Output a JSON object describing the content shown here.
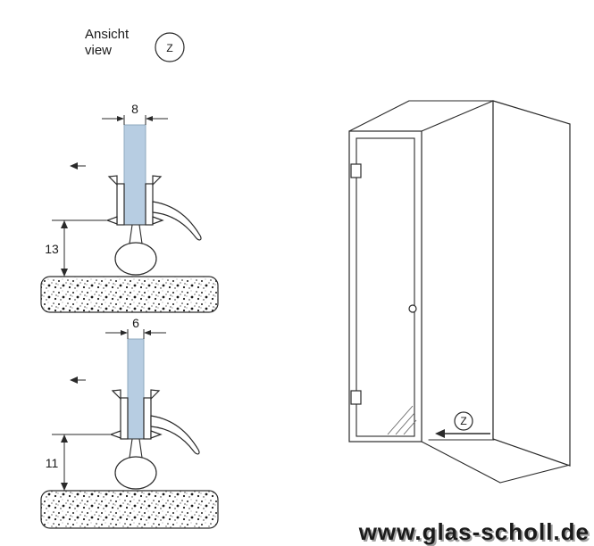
{
  "header": {
    "title_line1": "Ansicht",
    "title_line2": "view",
    "view_symbol": "Z"
  },
  "sections": {
    "top_profile": {
      "width_mm": "8",
      "height_mm": "13"
    },
    "bottom_profile": {
      "width_mm": "6",
      "height_mm": "11"
    }
  },
  "shower_view": {
    "marker": "Z"
  },
  "watermark": {
    "text": "www.glas-scholl.de",
    "color": "#e6d52f"
  },
  "colors": {
    "glass": "#b7cde2"
  }
}
